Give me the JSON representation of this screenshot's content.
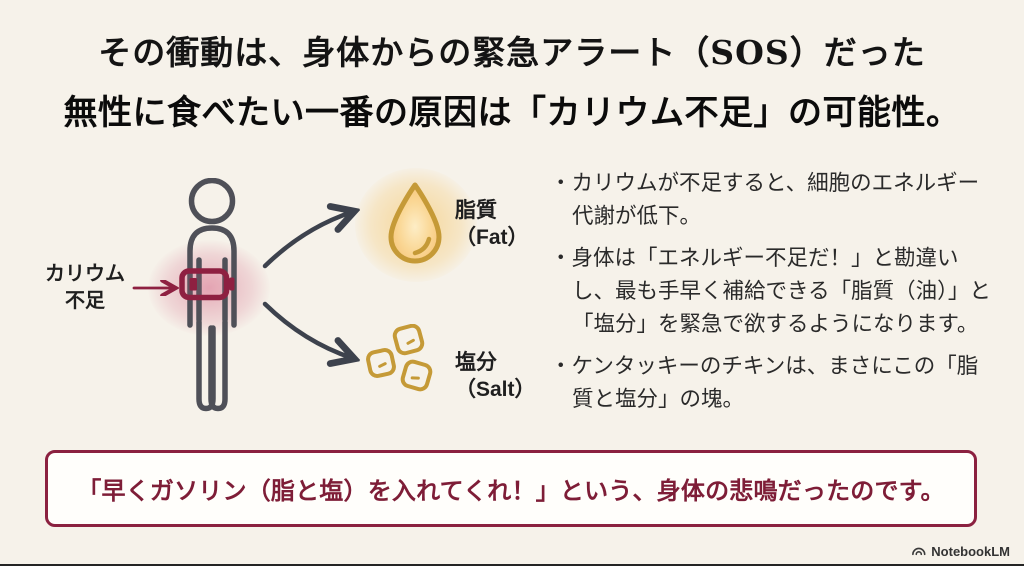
{
  "slide": {
    "title_line1": "その衝動は、身体からの緊急アラート（SOS）だった",
    "title_line2": "無性に食べたい一番の原因は「カリウム不足」の可能性。"
  },
  "diagram": {
    "person_icon": "person-outline-icon",
    "battery_icon": "low-battery-icon",
    "deficiency_label": {
      "line1": "カリウム",
      "line2": "不足"
    },
    "fat": {
      "icon": "oil-drop-icon",
      "label_ja": "脂質",
      "label_en": "（Fat）"
    },
    "salt": {
      "icon": "salt-crystals-icon",
      "label_ja": "塩分",
      "label_en": "（Salt）"
    }
  },
  "bullets": [
    "・カリウムが不足すると、細胞のエネルギー代謝が低下。",
    "・身体は「エネルギー不足だ！」と勘違いし、最も手早く補給できる「脂質（油）」と「塩分」を緊急で欲するようになります。",
    "・ケンタッキーのチキンは、まさにこの「脂質と塩分」の塊。"
  ],
  "callout": "「早くガソリン（脂と塩）を入れてくれ！」という、身体の悲鳴だったのです。",
  "watermark": {
    "logo_icon": "notebooklm-logo-icon",
    "label": "NotebookLM"
  },
  "colors": {
    "background": "#f6f2ea",
    "maroon_accent": "#8b2140",
    "gold_accent": "#c59a37",
    "figure_gray": "#4f5058",
    "text_black": "#1c1c1c"
  }
}
